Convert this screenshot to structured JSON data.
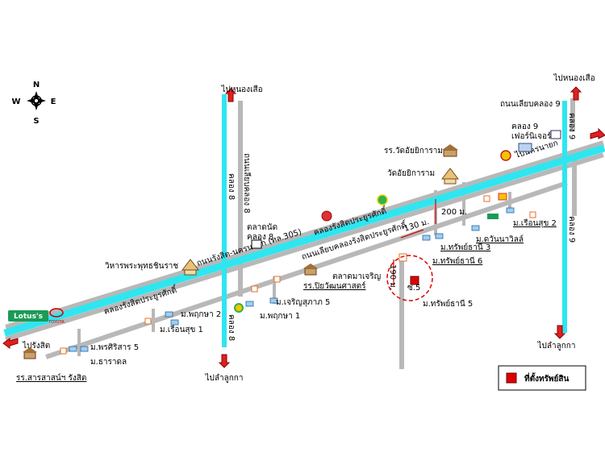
{
  "compass": {
    "n": "N",
    "s": "S",
    "e": "E",
    "w": "W"
  },
  "directions": {
    "top_left": "ไปหนองเสือ",
    "top_right": "ไปหนองเสือ",
    "bottom_left": "ไปลำลูกกา",
    "bottom_right": "ไปลำลูกกา",
    "left": "ไปรังสิต",
    "right": "ไปนครนายก"
  },
  "roads": {
    "main_highway": "ถนนรังสิต-นครนายก (ทล.305)",
    "canal_rangsit": "คลองรังสิตประยูรศักดิ์",
    "canal_rangsit_2": "คลองรังสิตประยูรศักดิ์",
    "frontage": "ถนนเลียบคลองรังสิตประยูรศักดิ์",
    "klong8_road": "ถนนเลียบคลอง 8",
    "klong9_road": "ถนนเลียบคลอง 9",
    "klong8_canal_n": "คลอง 8",
    "klong8_canal_s": "คลอง 8",
    "klong9_canal_n": "คลอง 9",
    "klong9_canal_s": "คลอง 9"
  },
  "places": {
    "lotus": "Lotus's",
    "toyota": "TOYOTA",
    "wat_school": "รร.วัดอัยยิการาม",
    "wat": "วัดอัยยิการาม",
    "klong9_furniture": "คลอง 9\nเฟอร์นิเจอร์",
    "market_klong8": "ตลาดนัด\nคลอง 8",
    "wihan": "วิหารพระพุทธชินราช",
    "talad_maharoen": "ตลาดมาเจริญ",
    "school_piyawat": "รร.ปิยวัฒนศาสตร์",
    "school_lanluang": "รร.สารสาสน์ฯ รังสิต",
    "m_phruksa2": "ม.พฤกษา 2",
    "m_phruksa1": "ม.พฤกษา 1",
    "m_ruensuk1": "ม.เรือนสุข 1",
    "m_charoensuk5": "ม.เจริญสุภาภ 5",
    "m_phornsiri5": "ม.พรศิริสาร 5",
    "m_tharadol": "ม.ธาราดล",
    "m_ruensuk2": "ม.เรือนสุข 2",
    "m_wannawil": "ม.ดวันนาวิลล์",
    "m_sapthani3": "ม.ทรัพย์ธานี 3",
    "m_sapthani6": "ม.ทรัพย์ธานี 6",
    "m_sapthani5": "ม.ทรัพย์ธานี 5",
    "soi5": "ซ.5"
  },
  "distances": {
    "d200": "200 ม.",
    "d130": "130 ม.",
    "d190": "190 ม."
  },
  "legend": {
    "label": "ที่ตั้งทรัพย์สิน"
  },
  "colors": {
    "canal": "#2ee6f0",
    "road": "#b8b8b8",
    "arrow": "#e02020",
    "marker": "#dd0000"
  }
}
